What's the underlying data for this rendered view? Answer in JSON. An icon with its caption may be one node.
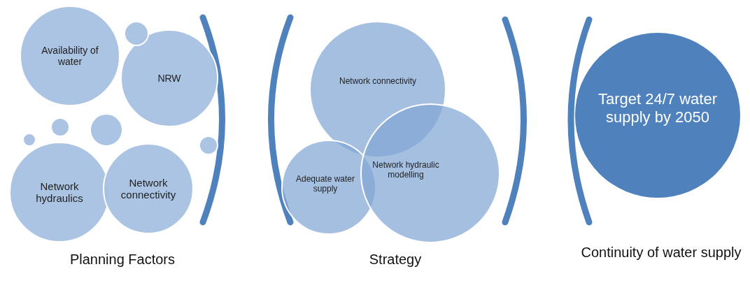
{
  "diagram": {
    "nodes": [
      {
        "text": [
          "Availability of water"
        ]
      },
      {
        "text": [
          "NRW"
        ]
      },
      {
        "text": [
          "Network hydraulics"
        ]
      },
      {
        "text": [
          "Network connectivity"
        ]
      },
      {
        "text": [],
        "shape": "circle"
      },
      {
        "text": [],
        "shape": "circle"
      },
      {
        "text": [],
        "shape": "circle"
      },
      {
        "text": [],
        "shape": "circle"
      },
      {
        "text": [],
        "shape": "circle"
      },
      {
        "text": [
          "Network connectivity"
        ]
      },
      {
        "text": [
          "Adequate water supply"
        ]
      },
      {
        "text": [
          "Network hydraulic modelling"
        ]
      },
      {
        "text": [
          "Target 24/7 water supply by 2050"
        ]
      }
    ],
    "edges": [],
    "labels": [
      "Planning Factors",
      "Strategy",
      "Continuity of water supply"
    ]
  }
}
